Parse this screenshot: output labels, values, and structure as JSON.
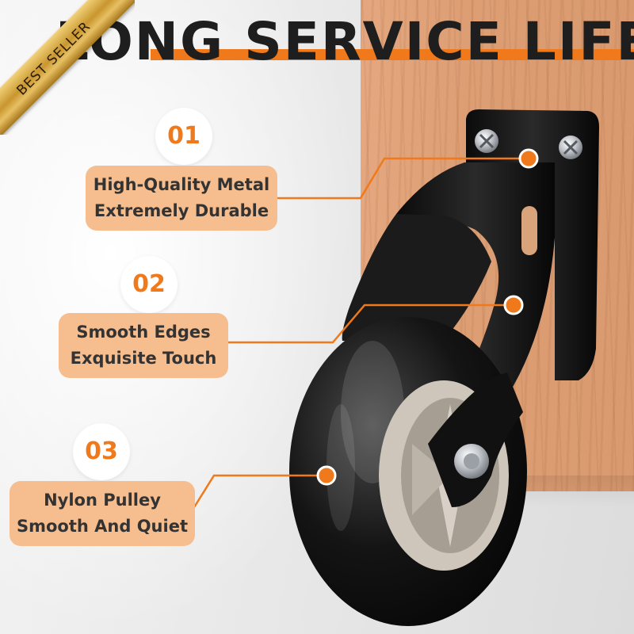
{
  "title": "LONG SERVICE LIFE",
  "ribbon": "BEST SELLER",
  "colors": {
    "accent": "#f07a1b",
    "label_bg": "#f6bd8e",
    "text_dark": "#333333",
    "gold": "#c9962f"
  },
  "features": [
    {
      "number": "01",
      "line1": "High-Quality Metal",
      "line2": "Extremely Durable"
    },
    {
      "number": "02",
      "line1": "Smooth Edges",
      "line2": "Exquisite Touch"
    },
    {
      "number": "03",
      "line1": "Nylon Pulley",
      "line2": "Smooth And Quiet"
    }
  ]
}
